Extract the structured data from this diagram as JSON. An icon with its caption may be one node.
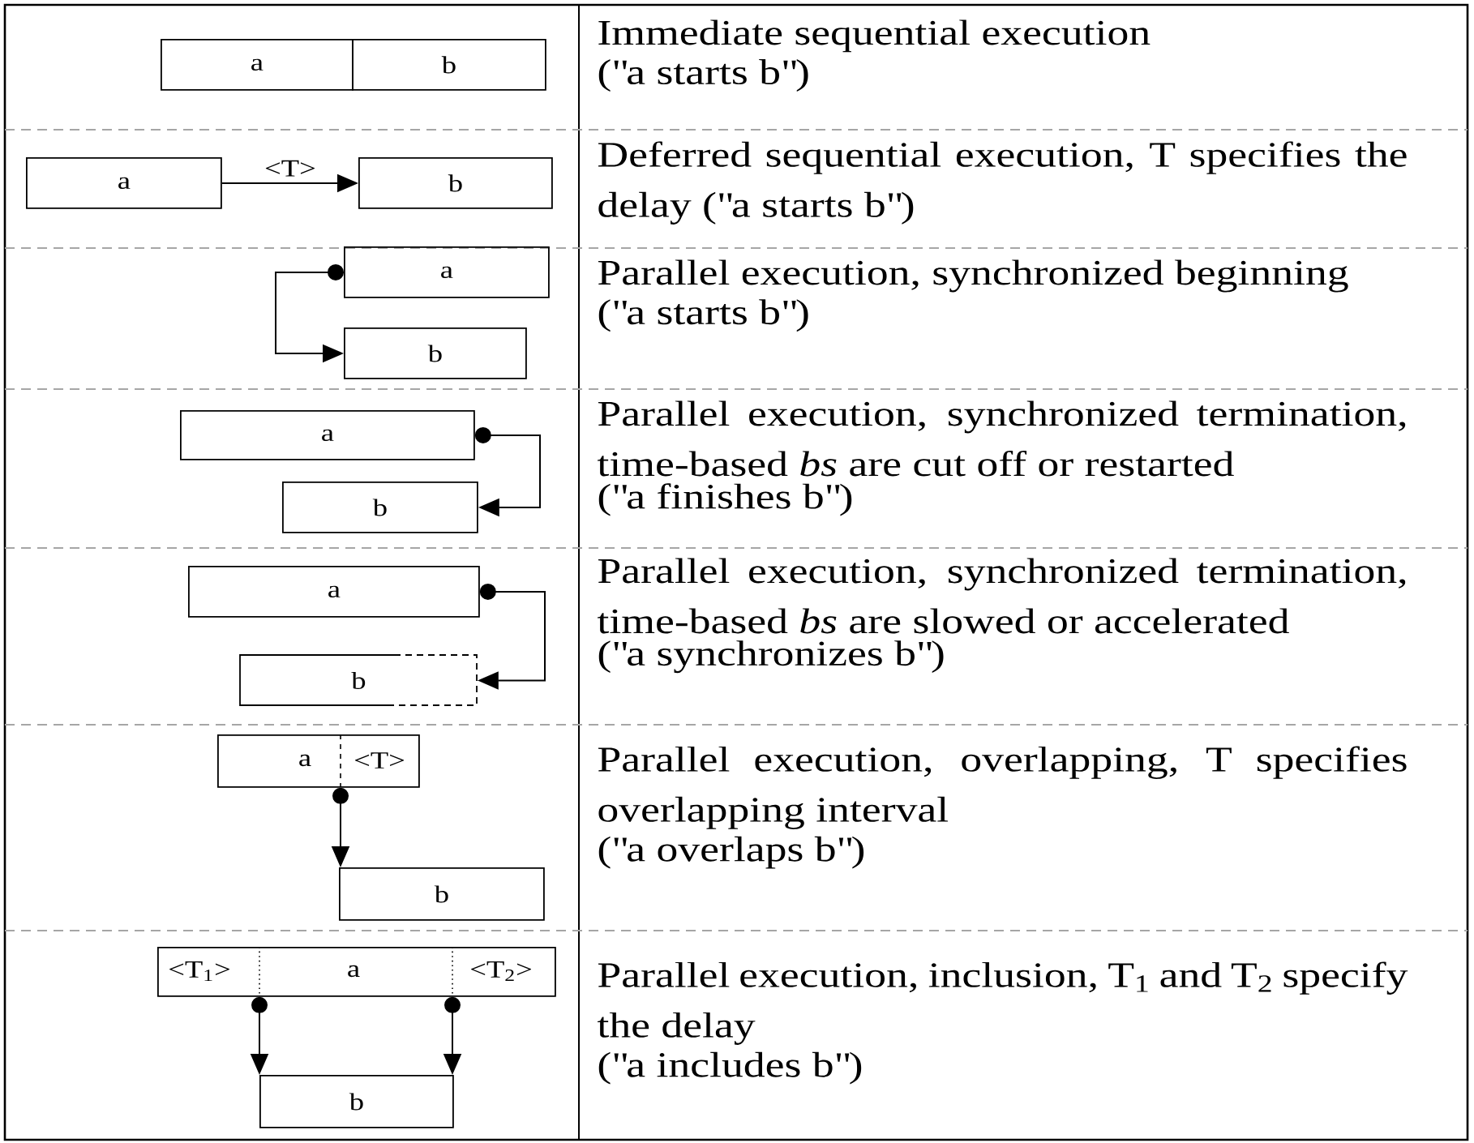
{
  "diagram": {
    "nodes": [
      {
        "text": [
          "a"
        ]
      },
      {
        "text": [
          "b"
        ]
      },
      {
        "text": [
          "a"
        ]
      },
      {
        "text": [
          "b"
        ]
      },
      {
        "text": [
          "a"
        ]
      },
      {
        "text": [
          "b"
        ]
      },
      {
        "text": [
          "a"
        ]
      },
      {
        "text": [
          "b"
        ]
      },
      {
        "text": [
          "a"
        ]
      },
      {
        "text": [
          "b"
        ]
      },
      {
        "text": [
          "a",
          "<T>"
        ]
      },
      {
        "text": [
          "b"
        ]
      },
      {
        "text": [
          "<T$_{1}$>",
          "a",
          "<T$_{2}$>"
        ]
      },
      {
        "text": [
          "b"
        ]
      }
    ],
    "edges": [
      {
        "from": 2,
        "to": 3,
        "arrow": "to",
        "label": "<T>"
      },
      {
        "from": 4,
        "to": 5,
        "arrow": "to"
      },
      {
        "from": 6,
        "to": 7,
        "arrow": "to"
      },
      {
        "from": 8,
        "to": 9,
        "arrow": "to"
      },
      {
        "from": 10,
        "to": 11,
        "arrow": "to"
      },
      {
        "from": 12,
        "to": 13,
        "arrow": "to"
      },
      {
        "from": 12,
        "to": 13,
        "arrow": "to"
      }
    ],
    "labels": [
      "Immediate sequential execution",
      "(\"a starts b\")",
      "Deferred sequential execution, T specifies the delay (\"a starts b\")",
      "Parallel execution, synchronized beginning",
      "(\"a starts b\")",
      "Parallel execution, synchronized termination, time-based *bs* are cut off or restarted",
      "(\"a finishes b\")",
      "Parallel execution, synchronized termination, time-based *bs* are slowed or accelerated",
      "(\"a synchronizes b\")",
      "Parallel execution, overlapping, T specifies overlapping interval",
      "(\"a overlaps b\")",
      "Parallel execution, inclusion, T$_{1}$ and T$_{2}$ specify the delay",
      "(\"a includes b\")"
    ]
  }
}
